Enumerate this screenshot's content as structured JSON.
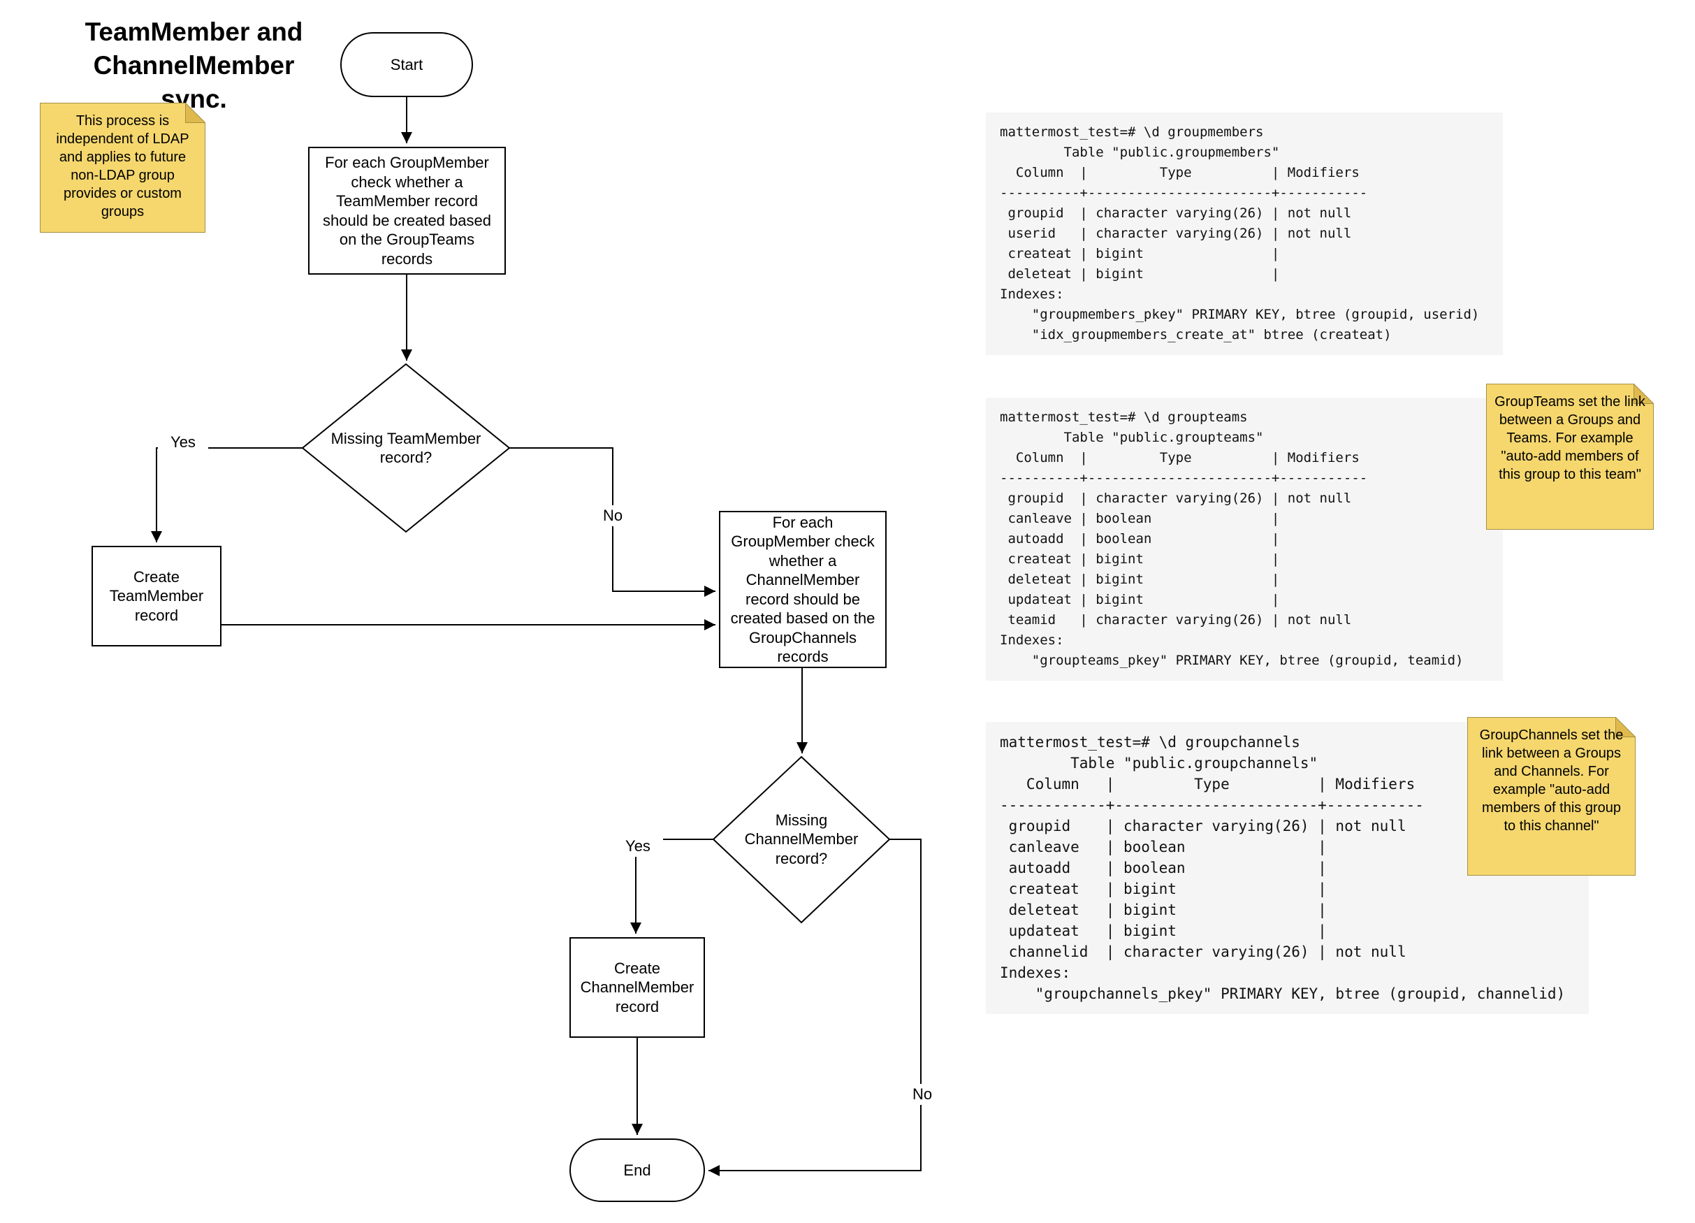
{
  "diagram": {
    "title": "TeamMember and\nChannelMember sync.",
    "nodes": {
      "start": "Start",
      "process_team": "For each GroupMember check whether a TeamMember record should be created based on the GroupTeams records",
      "decision_team": "Missing TeamMember record?",
      "create_team": "Create TeamMember record",
      "process_channel": "For each GroupMember check whether a ChannelMember record should be created based on the GroupChannels records",
      "decision_channel": "Missing ChannelMember record?",
      "create_channel": "Create ChannelMember record",
      "end": "End"
    },
    "edge_labels": {
      "team_yes": "Yes",
      "team_no": "No",
      "channel_yes": "Yes",
      "channel_no": "No"
    }
  },
  "notes": {
    "ldap": "This process is independent of LDAP and applies to future non-LDAP group provides or custom groups",
    "groupteams": "GroupTeams set the link between a Groups and Teams. For example \"auto-add members of this group to this team\"",
    "groupchannels": "GroupChannels set the link between a Groups and Channels. For example \"auto-add members of this group to this channel\""
  },
  "terminals": {
    "groupmembers": "mattermost_test=# \\d groupmembers\n        Table \"public.groupmembers\"\n  Column  |         Type          | Modifiers\n----------+-----------------------+-----------\n groupid  | character varying(26) | not null\n userid   | character varying(26) | not null\n createat | bigint                |\n deleteat | bigint                |\nIndexes:\n    \"groupmembers_pkey\" PRIMARY KEY, btree (groupid, userid)\n    \"idx_groupmembers_create_at\" btree (createat)",
    "groupteams": "mattermost_test=# \\d groupteams\n        Table \"public.groupteams\"\n  Column  |         Type          | Modifiers\n----------+-----------------------+-----------\n groupid  | character varying(26) | not null\n canleave | boolean               |\n autoadd  | boolean               |\n createat | bigint                |\n deleteat | bigint                |\n updateat | bigint                |\n teamid   | character varying(26) | not null\nIndexes:\n    \"groupteams_pkey\" PRIMARY KEY, btree (groupid, teamid)",
    "groupchannels": "mattermost_test=# \\d groupchannels\n        Table \"public.groupchannels\"\n   Column   |         Type          | Modifiers\n------------+-----------------------+-----------\n groupid    | character varying(26) | not null\n canleave   | boolean               |\n autoadd    | boolean               |\n createat   | bigint                |\n deleteat   | bigint                |\n updateat   | bigint                |\n channelid  | character varying(26) | not null\nIndexes:\n    \"groupchannels_pkey\" PRIMARY KEY, btree (groupid, channelid)"
  },
  "colors": {
    "note_fill": "#F5D76E",
    "note_fold": "#E0B94E",
    "note_border": "#A69044",
    "terminal_bg": "#F5F5F5",
    "line": "#000000"
  }
}
